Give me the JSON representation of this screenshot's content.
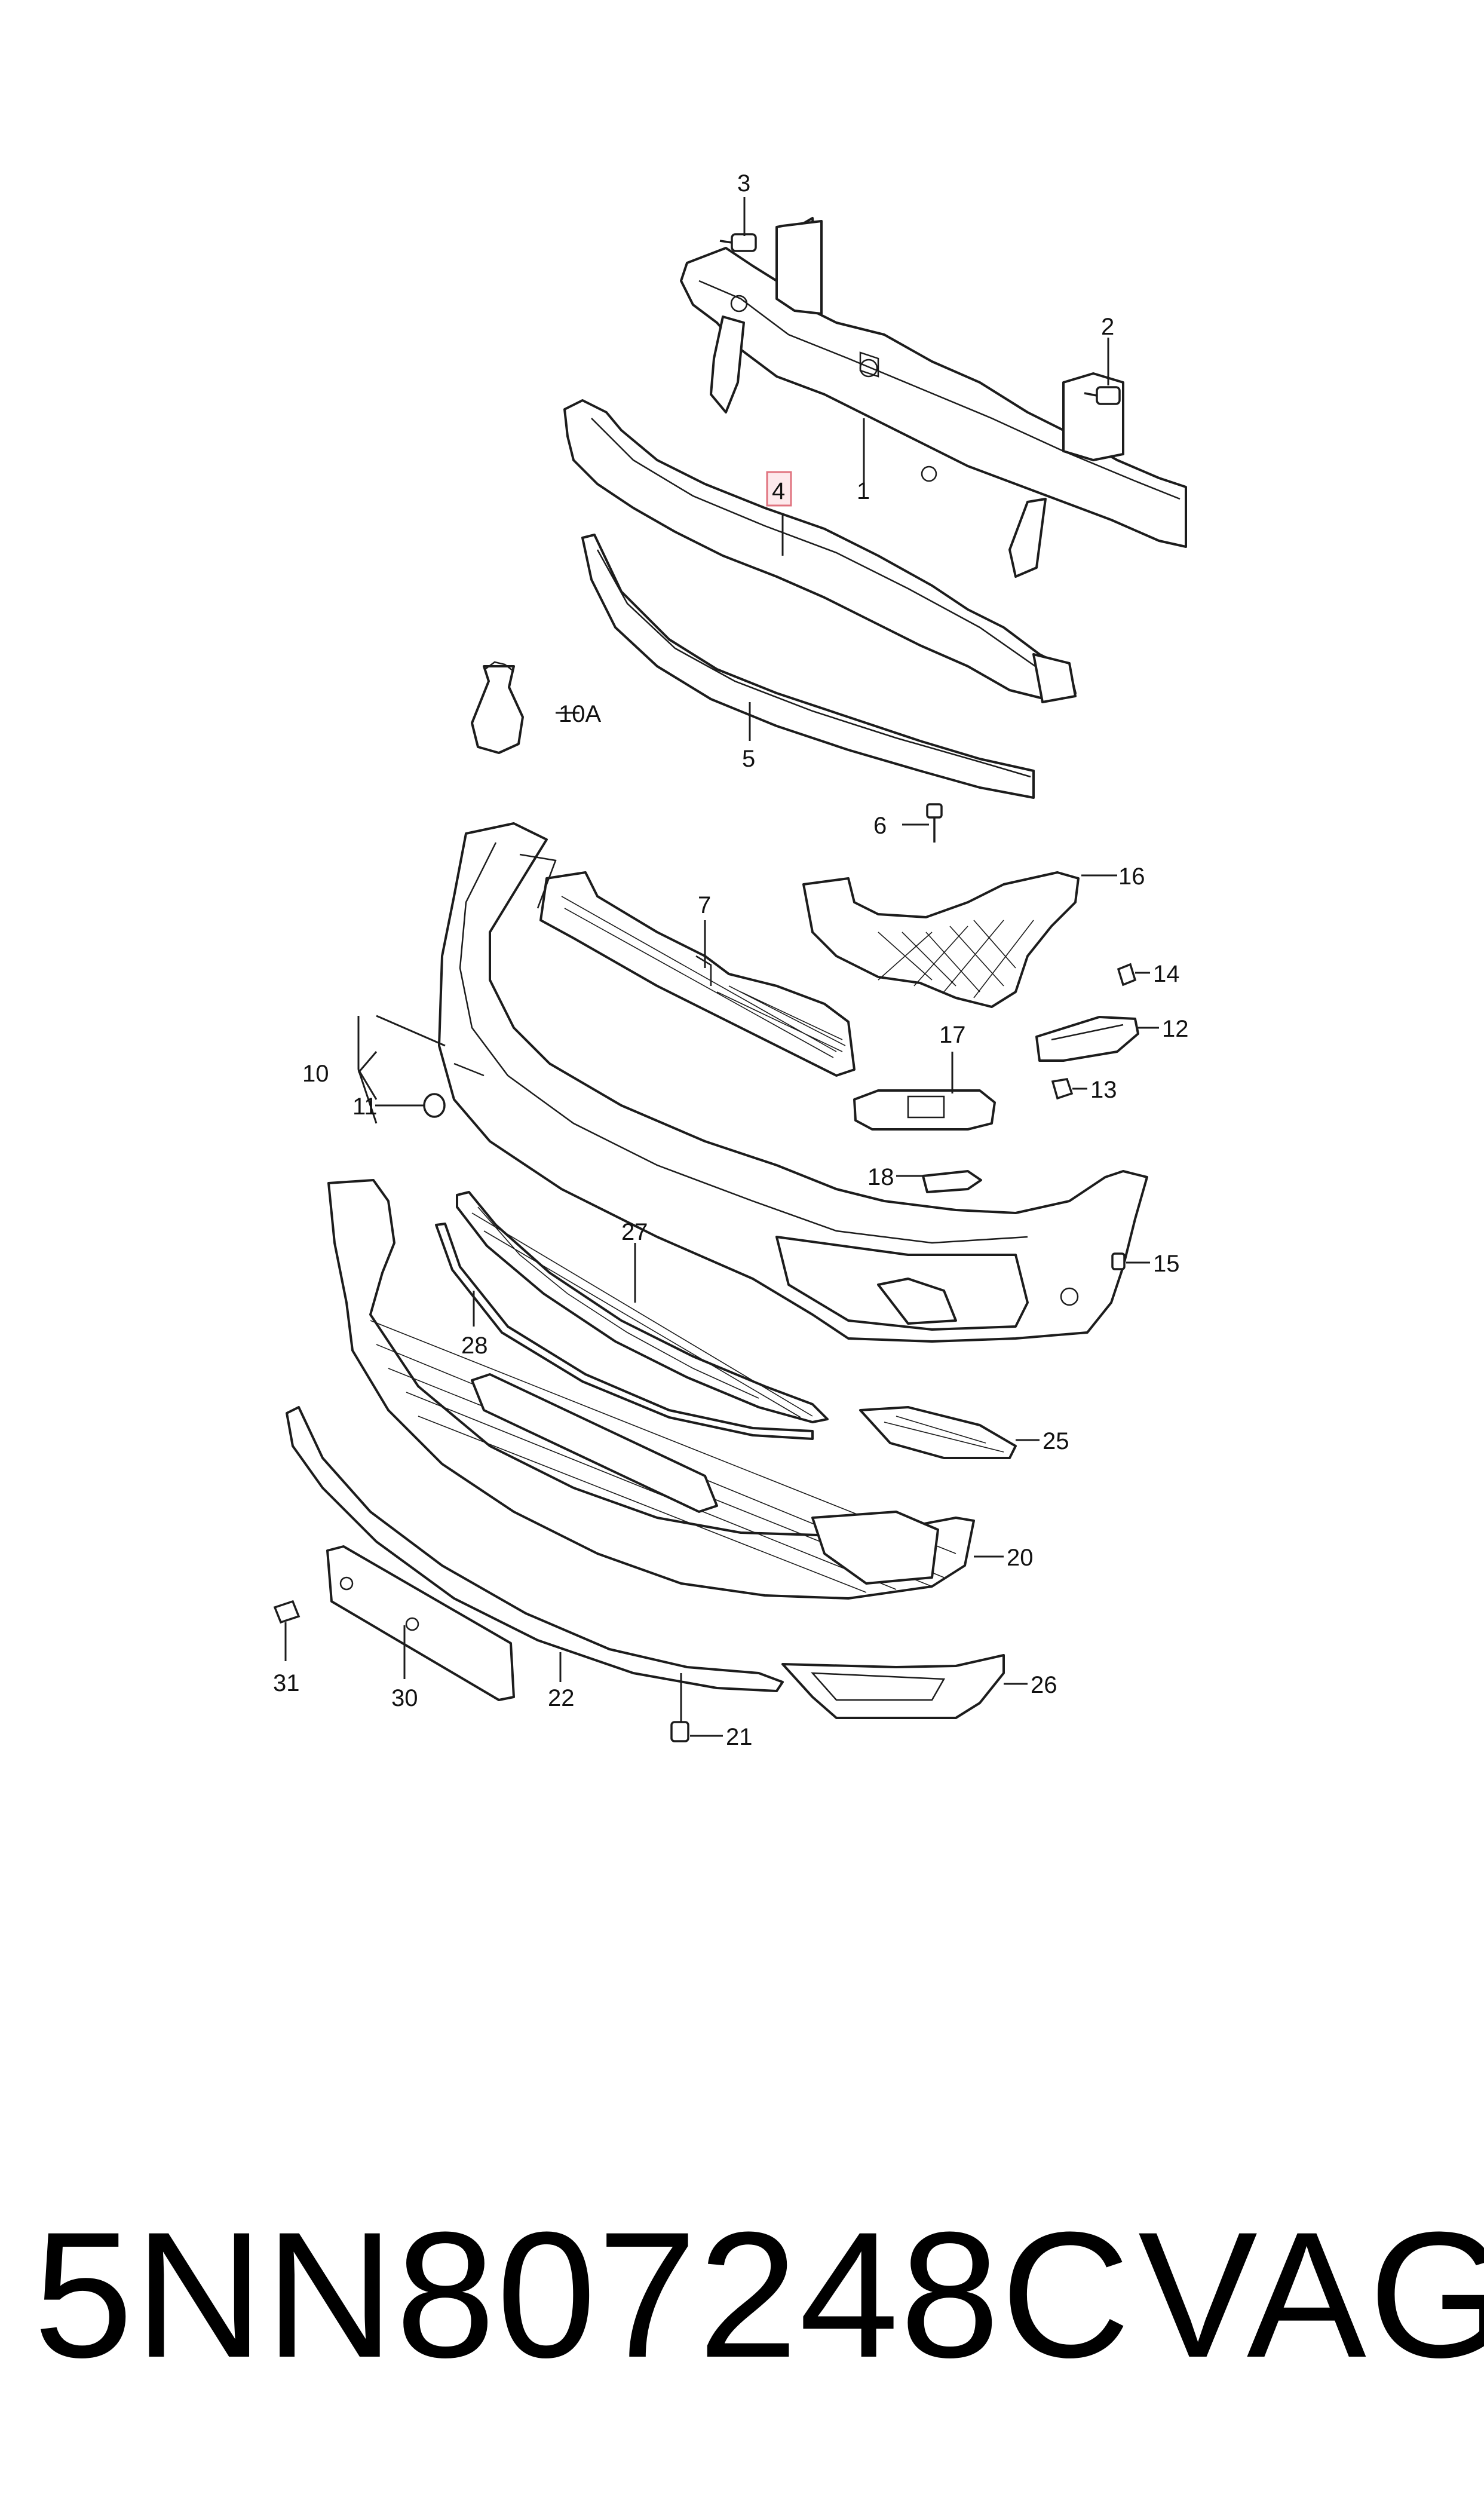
{
  "diagram": {
    "callouts": {
      "c1": "1",
      "c2": "2",
      "c3": "3",
      "c4": "4",
      "c5": "5",
      "c6": "6",
      "c7": "7",
      "c10": "10",
      "c10a": "10A",
      "c11": "11",
      "c12": "12",
      "c13": "13",
      "c14": "14",
      "c15": "15",
      "c16": "16",
      "c17": "17",
      "c18": "18",
      "c20": "20",
      "c21": "21",
      "c22": "22",
      "c25": "25",
      "c26": "26",
      "c27": "27",
      "c28": "28",
      "c30": "30",
      "c31": "31"
    },
    "highlighted_callout": "4",
    "highlight_color": "#e0737f"
  },
  "footer": {
    "part_number": "5NN807248C",
    "brand": "VAG"
  }
}
